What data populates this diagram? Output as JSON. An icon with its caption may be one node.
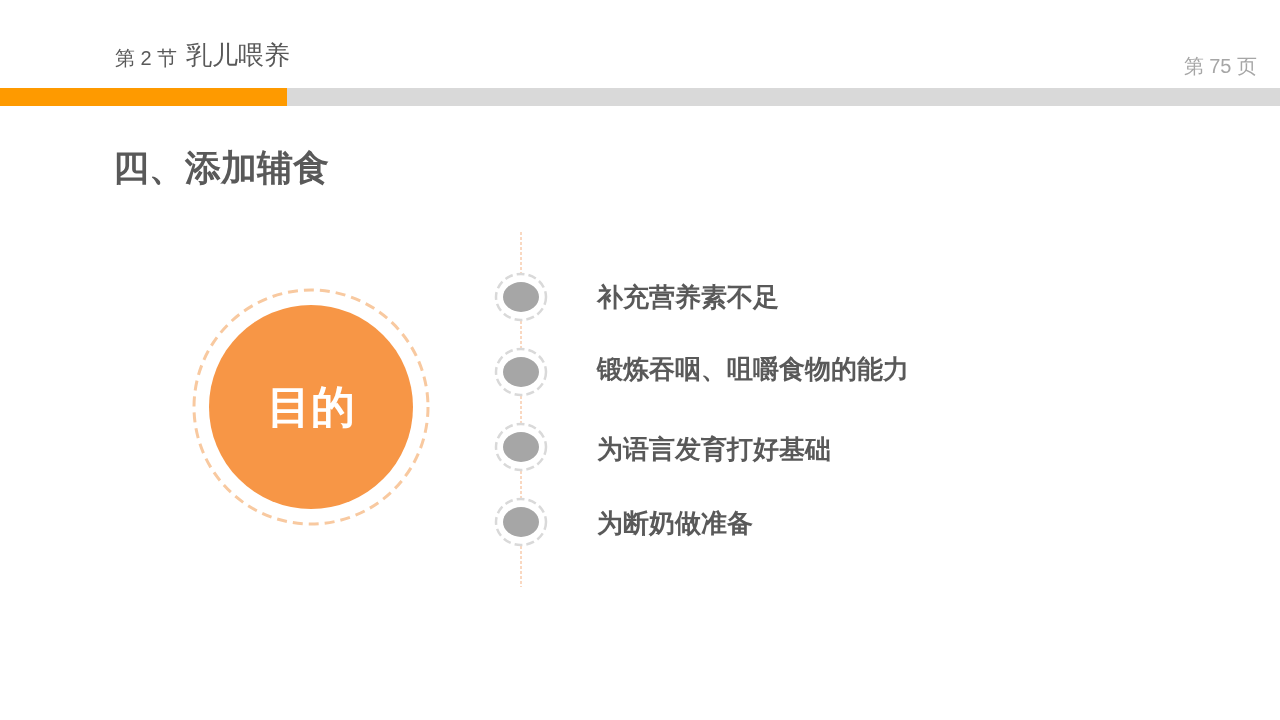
{
  "diagram": {
    "title": "四、添加辅食",
    "nodes": [
      {
        "text": [
          "目的"
        ]
      },
      {
        "text": [
          "补充营养素不足"
        ]
      },
      {
        "text": [
          "锻炼吞咽、咀嚼食物的能力"
        ]
      },
      {
        "text": [
          "为语言发育打好基础"
        ]
      },
      {
        "text": [
          "为断奶做准备"
        ]
      },
      {
        "text": [],
        "shape": "circle"
      },
      {
        "text": [],
        "shape": "circle"
      },
      {
        "text": [],
        "shape": "circle"
      },
      {
        "text": [],
        "shape": "circle"
      }
    ],
    "edges": [
      {
        "from": null,
        "to": 5,
        "arrow": "none",
        "style": "dashed"
      },
      {
        "from": 5,
        "to": 6,
        "arrow": "none",
        "style": "dashed"
      },
      {
        "from": 6,
        "to": 7,
        "arrow": "none",
        "style": "dashed"
      },
      {
        "from": 7,
        "to": 8,
        "arrow": "none",
        "style": "dashed"
      },
      {
        "from": 8,
        "to": null,
        "arrow": "none",
        "style": "dashed"
      }
    ],
    "labels": [
      "第 2 节",
      "乳儿喂养",
      "第 75 页"
    ]
  }
}
